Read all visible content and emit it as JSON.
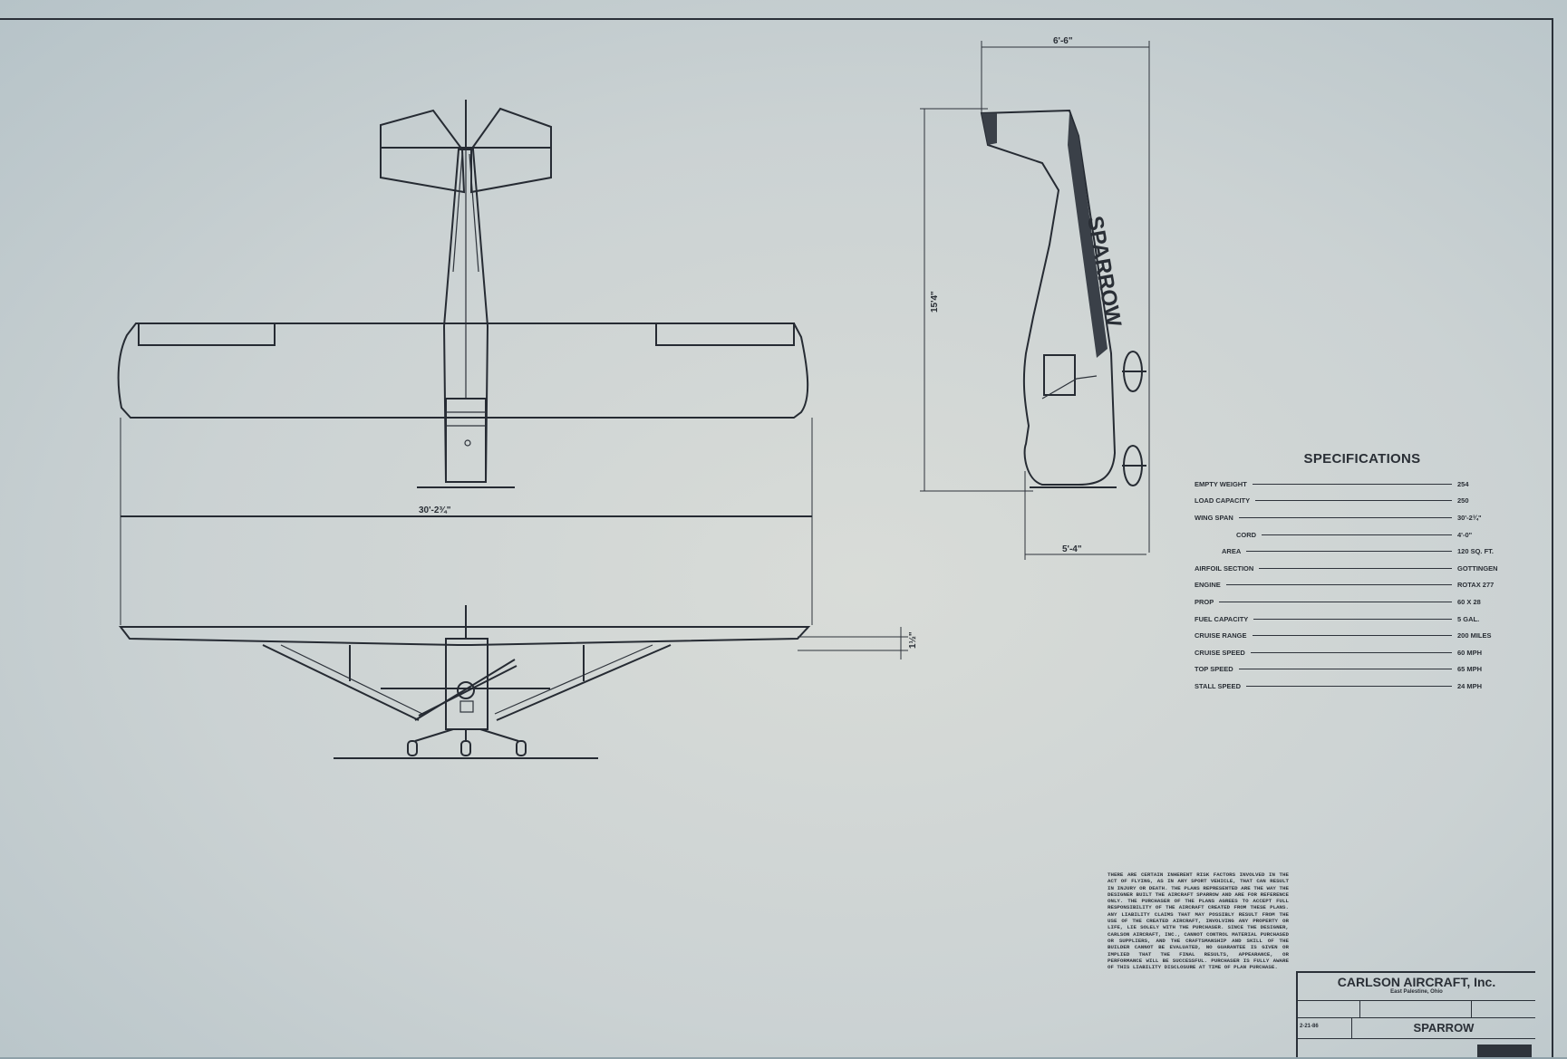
{
  "specifications": {
    "title": "SPECIFICATIONS",
    "rows": [
      {
        "label": "EMPTY WEIGHT",
        "value": "254"
      },
      {
        "label": "LOAD CAPACITY",
        "value": "250"
      },
      {
        "label": "WING SPAN",
        "value": "30'-2¾\""
      },
      {
        "label": "CORD",
        "value": "4'-0\""
      },
      {
        "label": "AREA",
        "value": "120 SQ. FT."
      },
      {
        "label": "AIRFOIL SECTION",
        "value": "GOTTINGEN"
      },
      {
        "label": "ENGINE",
        "value": "ROTAX 277"
      },
      {
        "label": "PROP",
        "value": "60 X 28"
      },
      {
        "label": "FUEL CAPACITY",
        "value": "5 GAL."
      },
      {
        "label": "CRUISE RANGE",
        "value": "200 MILES"
      },
      {
        "label": "CRUISE SPEED",
        "value": "60 MPH"
      },
      {
        "label": "TOP SPEED",
        "value": "65 MPH"
      },
      {
        "label": "STALL SPEED",
        "value": "24 MPH"
      }
    ]
  },
  "dimensions": {
    "wing_span": "30'-2¾\"",
    "side_length": "15'4\"",
    "side_top_width": "6'-6\"",
    "side_bottom_width": "5'-4\"",
    "dihedral": "1½\""
  },
  "fuselage_lettering": "SPARROW",
  "disclaimer": "THERE ARE CERTAIN INHERENT RISK FACTORS INVOLVED IN THE ACT OF FLYING, AS IN ANY SPORT VEHICLE, THAT CAN RESULT IN INJURY OR DEATH. THE PLANS REPRESENTED ARE THE WAY THE DESIGNER BUILT THE AIRCRAFT SPARROW AND ARE FOR REFERENCE ONLY. THE PURCHASER OF THE PLANS AGREES TO ACCEPT FULL RESPONSIBILITY OF THE AIRCRAFT CREATED FROM THESE PLANS. ANY LIABILITY CLAIMS THAT MAY POSSIBLY RESULT FROM THE USE OF THE CREATED AIRCRAFT, INVOLVING ANY PROPERTY OR LIFE, LIE SOLELY WITH THE PURCHASER. SINCE THE DESIGNER, CARLSON AIRCRAFT, INC., CANNOT CONTROL MATERIAL PURCHASED OR SUPPLIERS, AND THE CRAFTSMANSHIP AND SKILL OF THE BUILDER CANNOT BE EVALUATED, NO GUARANTEE IS GIVEN OR IMPLIED THAT THE FINAL RESULTS, APPEARANCE, OR PERFORMANCE WILL BE SUCCESSFUL. PURCHASER IS FULLY AWARE OF THIS LIABILITY DISCLOSURE AT TIME OF PLAN PURCHASE.",
  "title_block": {
    "company": "CARLSON AIRCRAFT, Inc.",
    "location": "East Palestine, Ohio",
    "date": "2-21-86",
    "drawing_name": "SPARROW"
  }
}
